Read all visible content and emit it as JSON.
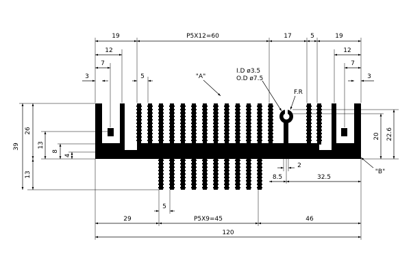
{
  "drawing": {
    "labels": {
      "d_19_left": "19",
      "d_60": "P5X12=60",
      "d_17": "17",
      "d_5_top": "5",
      "d_19_right": "19",
      "d_12_left": "12",
      "d_12_right": "12",
      "d_7_left": "7",
      "d_7_right": "7",
      "d_3_left": "3",
      "d_3_right": "3",
      "d_5_left": "5",
      "callout_a": "\"A\"",
      "callout_b": "\"B\"",
      "id_note": "I.D ø3.5",
      "od_note": "O.D ø7.5",
      "fr_note": "F.R",
      "d_39": "39",
      "d_26": "26",
      "d_13_a": "13",
      "d_8": "8",
      "d_4": "4",
      "d_13_b": "13",
      "d_20": "20",
      "d_22_6": "22.6",
      "d_2": "2",
      "d_8_5": "8.5",
      "d_32_5": "32.5",
      "d_5_bottom": "5",
      "d_29": "29",
      "d_45": "P5X9=45",
      "d_46": "46",
      "d_120": "120"
    },
    "colors": {
      "ink": "#000000",
      "background": "#ffffff"
    }
  }
}
